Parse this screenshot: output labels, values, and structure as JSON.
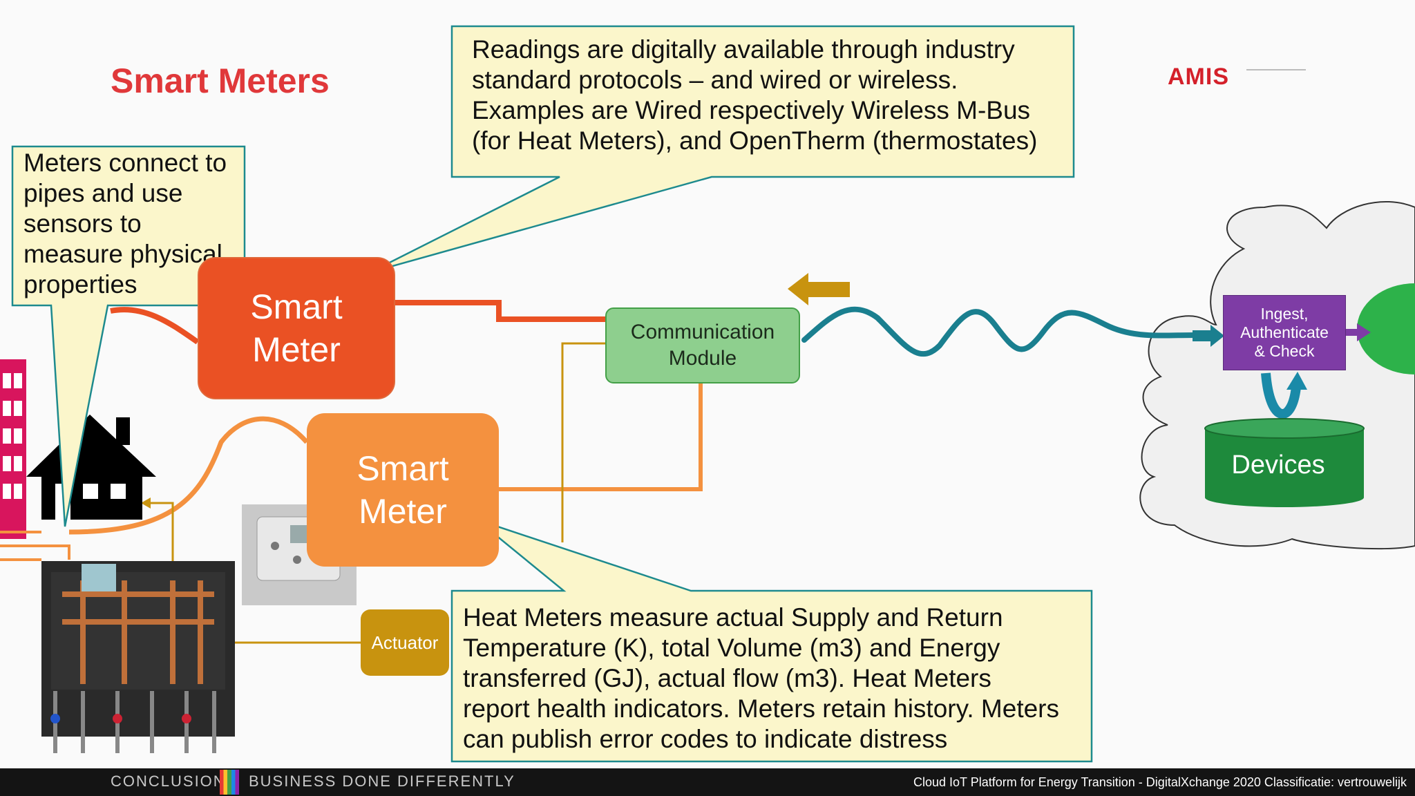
{
  "title": "Smart Meters",
  "logo": {
    "text": "AMIS"
  },
  "callouts": {
    "top_lines": [
      "Readings are digitally available through industry",
      "standard protocols – and wired or wireless.",
      "Examples are Wired respectively Wireless M-Bus",
      "(for Heat Meters), and OpenTherm (thermostates)"
    ],
    "left_lines": [
      "Meters connect to",
      "pipes and use",
      "sensors to",
      "measure physical",
      "properties"
    ],
    "bottom_lines": [
      "Heat Meters measure actual Supply and Return",
      "Temperature (K), total Volume (m3) and Energy",
      "transferred (GJ), actual flow (m3). Heat Meters",
      "report health indicators. Meters retain history. Meters",
      "can publish error codes to indicate distress"
    ]
  },
  "boxes": {
    "smart_meter_1": [
      "Smart",
      "Meter"
    ],
    "smart_meter_2": [
      "Smart",
      "Meter"
    ],
    "communication_module": [
      "Communication",
      "Module"
    ],
    "actuator": "Actuator",
    "ingest": [
      "Ingest,",
      "Authenticate",
      "& Check"
    ],
    "devices": "Devices"
  },
  "footer": {
    "left": "CONCLUSION",
    "middle": "BUSINESS DONE DIFFERENTLY",
    "right": "Cloud IoT Platform for Energy Transition - DigitalXchange 2020 Classificatie: vertrouwelijk"
  },
  "colors": {
    "title": "#e0383a",
    "callout_fill": "#fbf6cb",
    "callout_border": "#1d8a8e",
    "smart_meter_1": "#ea5124",
    "smart_meter_2": "#f4913f",
    "communication_module": "#8ecf8e",
    "actuator": "#c8930f",
    "ingest": "#7e3ca5",
    "devices": "#1e8a3c",
    "wireless_wave": "#1a7f8f"
  }
}
